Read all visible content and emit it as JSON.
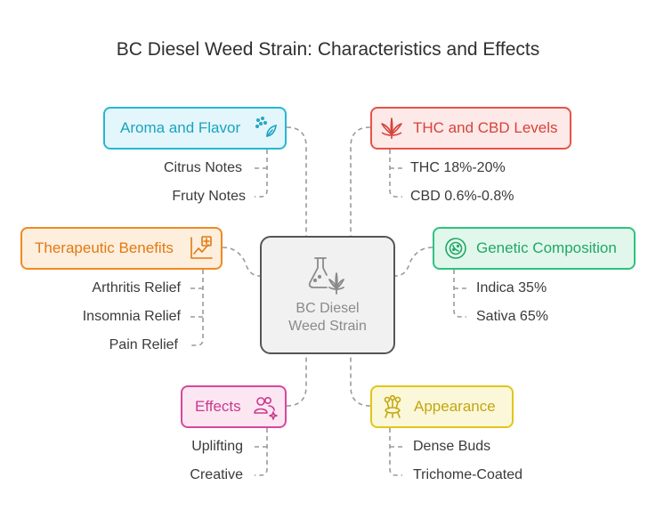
{
  "title": "BC Diesel Weed Strain: Characteristics and Effects",
  "center": {
    "line1": "BC Diesel",
    "line2": "Weed Strain",
    "icon": "lab-flask-leaf-icon"
  },
  "colors": {
    "teal": "#25b7d3",
    "red": "#e5534b",
    "orange": "#f08a24",
    "green": "#2ec27e",
    "pink": "#d6489b",
    "yellow": "#e3c51b",
    "connector": "#9a9a9a"
  },
  "nodes": {
    "aroma": {
      "label": "Aroma and Flavor",
      "icon": "aroma-icon",
      "items": [
        "Citrus Notes",
        "Fruty Notes"
      ]
    },
    "thc": {
      "label": "THC and CBD Levels",
      "icon": "cannabis-leaf-icon",
      "items": [
        "THC 18%-20%",
        "CBD 0.6%-0.8%"
      ]
    },
    "therapeutic": {
      "label": "Therapeutic Benefits",
      "icon": "chart-plus-icon",
      "items": [
        "Arthritis Relief",
        "Insomnia Relief",
        "Pain Relief"
      ]
    },
    "genetic": {
      "label": "Genetic Composition",
      "icon": "cell-icon",
      "items": [
        "Indica 35%",
        "Sativa 65%"
      ]
    },
    "effects": {
      "label": "Effects",
      "icon": "users-sparkle-icon",
      "items": [
        "Uplifting",
        "Creative"
      ]
    },
    "appearance": {
      "label": "Appearance",
      "icon": "trichome-icon",
      "items": [
        "Dense Buds",
        "Trichome-Coated"
      ]
    }
  }
}
